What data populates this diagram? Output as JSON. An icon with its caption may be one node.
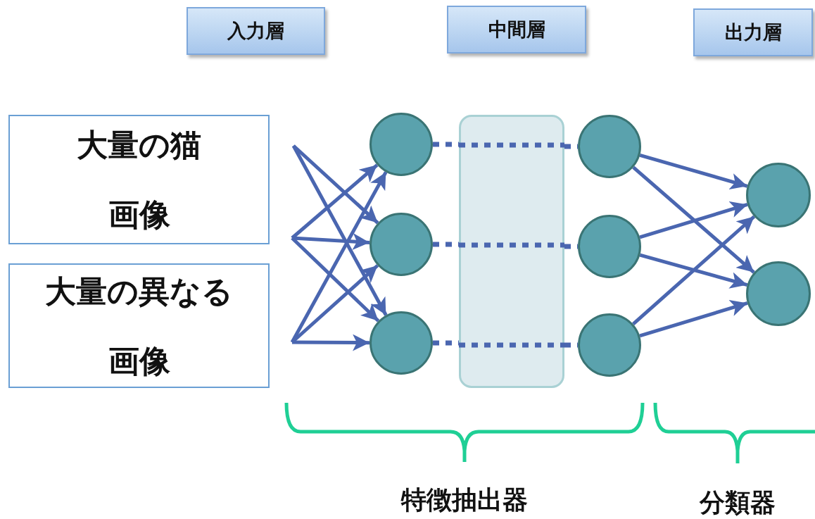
{
  "diagram": {
    "nodes": [
      {
        "text": [
          "入力層"
        ]
      },
      {
        "text": [
          "中間層"
        ]
      },
      {
        "text": [
          "出力層"
        ]
      },
      {
        "text": [
          "大量の猫画像"
        ]
      },
      {
        "text": [
          "大量の異なる画像"
        ]
      },
      {
        "text": [],
        "shape": "circle"
      },
      {
        "text": [],
        "shape": "circle"
      },
      {
        "text": [],
        "shape": "circle"
      },
      {
        "text": [],
        "shape": "box"
      },
      {
        "text": [],
        "shape": "circle"
      },
      {
        "text": [],
        "shape": "circle"
      },
      {
        "text": [],
        "shape": "circle"
      },
      {
        "text": [],
        "shape": "circle"
      },
      {
        "text": [],
        "shape": "circle"
      }
    ],
    "edges": [
      {
        "from": null,
        "to": 6,
        "arrow": "to"
      },
      {
        "from": null,
        "to": 7,
        "arrow": "to"
      },
      {
        "from": null,
        "to": 5,
        "arrow": "to"
      },
      {
        "from": null,
        "to": 6,
        "arrow": "to"
      },
      {
        "from": null,
        "to": 7,
        "arrow": "to"
      },
      {
        "from": null,
        "to": 5,
        "arrow": "to"
      },
      {
        "from": null,
        "to": 6,
        "arrow": "to"
      },
      {
        "from": null,
        "to": 7,
        "arrow": "to"
      },
      {
        "from": 5,
        "to": 8,
        "arrow": "none",
        "style": "dashed"
      },
      {
        "from": 8,
        "to": 9,
        "arrow": "none",
        "style": "dashed"
      },
      {
        "from": 6,
        "to": 8,
        "arrow": "none",
        "style": "dashed"
      },
      {
        "from": 8,
        "to": 10,
        "arrow": "none",
        "style": "dashed"
      },
      {
        "from": 7,
        "to": 8,
        "arrow": "none",
        "style": "dashed"
      },
      {
        "from": 8,
        "to": 11,
        "arrow": "none",
        "style": "dashed"
      },
      {
        "from": 9,
        "to": 12,
        "arrow": "to"
      },
      {
        "from": 9,
        "to": 13,
        "arrow": "to"
      },
      {
        "from": 10,
        "to": 12,
        "arrow": "to"
      },
      {
        "from": 10,
        "to": 13,
        "arrow": "to"
      },
      {
        "from": 11,
        "to": 12,
        "arrow": "to"
      },
      {
        "from": 11,
        "to": 13,
        "arrow": "to"
      }
    ],
    "labels": [
      "特徴抽出器",
      "分類器"
    ]
  }
}
